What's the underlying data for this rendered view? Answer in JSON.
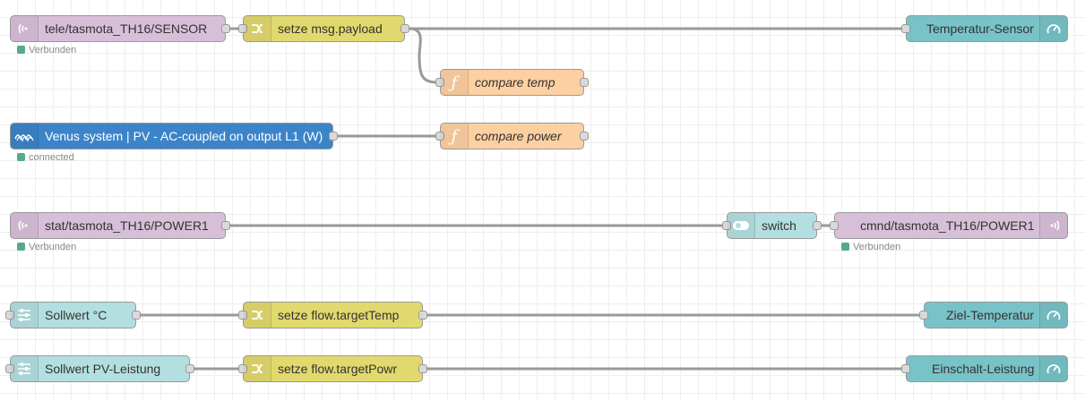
{
  "canvas": {
    "flows": {
      "tele_sensor": {
        "label": "tele/tasmota_TH16/SENSOR",
        "status": "Verbunden",
        "icon": "mqtt-icon"
      },
      "setze_payload": {
        "label": "setze msg.payload",
        "icon": "change-icon"
      },
      "temp_sensor_gauge": {
        "label": "Temperatur-Sensor",
        "icon": "gauge-icon"
      },
      "compare_temp": {
        "label": "compare temp",
        "icon": "function-icon"
      },
      "venus": {
        "label": "Venus system | PV - AC-coupled on output L1 (W)",
        "status": "connected",
        "icon": "victron-icon"
      },
      "compare_power": {
        "label": "compare power",
        "icon": "function-icon"
      },
      "stat_power": {
        "label": "stat/tasmota_TH16/POWER1",
        "status": "Verbunden",
        "icon": "mqtt-icon"
      },
      "switch": {
        "label": "switch",
        "icon": "toggle-icon"
      },
      "cmnd_power": {
        "label": "cmnd/tasmota_TH16/POWER1",
        "status": "Verbunden",
        "icon": "mqtt-icon"
      },
      "sollwert_temp": {
        "label": "Sollwert °C",
        "icon": "slider-icon"
      },
      "setze_targettemp": {
        "label": "setze flow.targetTemp",
        "icon": "change-icon"
      },
      "ziel_temp_gauge": {
        "label": "Ziel-Temperatur",
        "icon": "gauge-icon"
      },
      "sollwert_pv": {
        "label": "Sollwert PV-Leistung",
        "icon": "slider-icon"
      },
      "setze_targetpowr": {
        "label": "setze flow.targetPowr",
        "icon": "change-icon"
      },
      "einschalt_gauge": {
        "label": "Einschalt-Leistung",
        "icon": "gauge-icon"
      }
    },
    "colors": {
      "mqtt": "#d8bfd8",
      "change": "#e2d96e",
      "function": "#fdd0a2",
      "gauge": "#78c3c7",
      "victron": "#3c84c9",
      "dashboard_input": "#b3dfe0",
      "wire": "#999999",
      "status_connected": "#55aa88"
    }
  }
}
